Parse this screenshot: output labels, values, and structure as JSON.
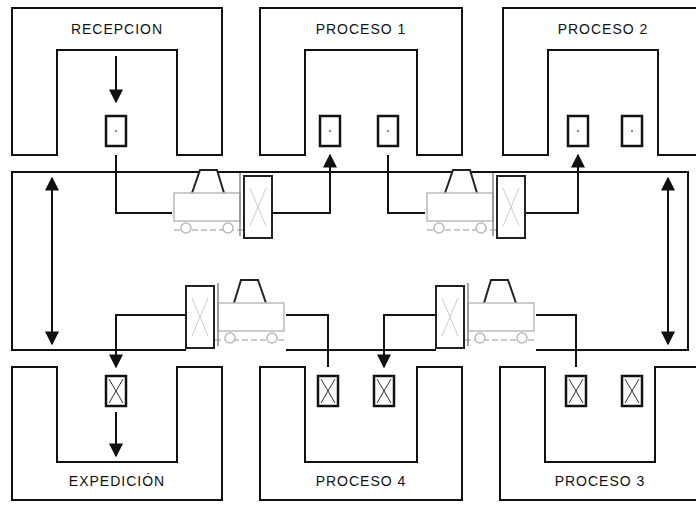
{
  "diagram": {
    "nodes": [
      {
        "text": [
          "RECEPCION"
        ]
      },
      {
        "text": [
          "PROCESO 1"
        ]
      },
      {
        "text": [
          "PROCESO 2"
        ]
      },
      {
        "text": [
          "EXPEDICIÓN"
        ]
      },
      {
        "text": [
          "PROCESO 4"
        ]
      },
      {
        "text": [
          "PROCESO 3"
        ]
      }
    ],
    "edges": [
      {
        "from": 0,
        "to": 1,
        "arrow": "to"
      },
      {
        "from": 1,
        "to": 2,
        "arrow": "to"
      },
      {
        "from": 5,
        "to": 4,
        "arrow": "to"
      },
      {
        "from": 4,
        "to": 3,
        "arrow": "to"
      }
    ]
  }
}
